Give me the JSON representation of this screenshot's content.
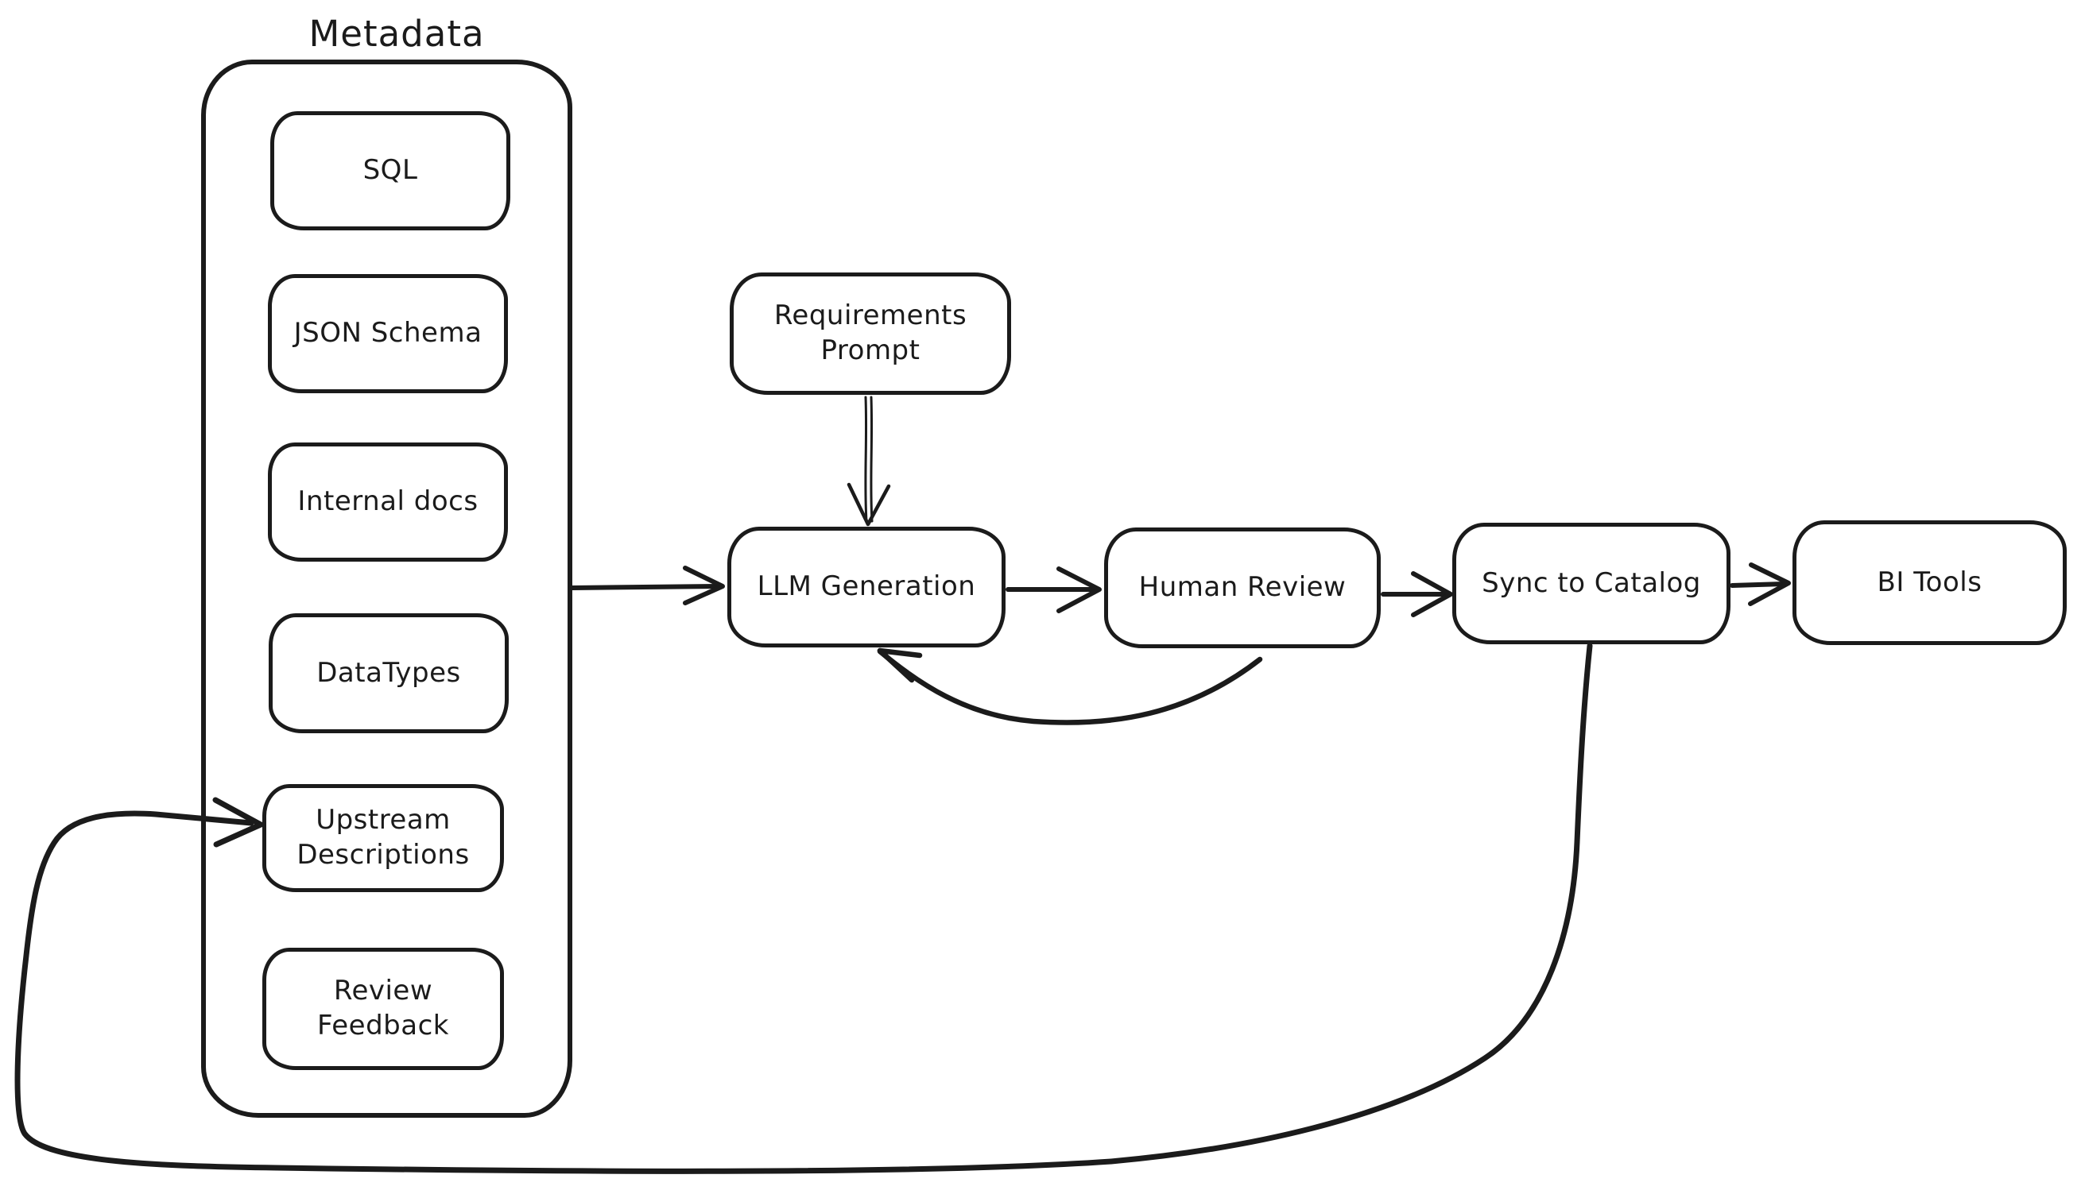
{
  "diagram": {
    "background_color": "#ffffff",
    "stroke_color": "#1b1b1b",
    "group": {
      "title": "Metadata"
    },
    "metadata_items": [
      "SQL",
      "JSON Schema",
      "Internal docs",
      "DataTypes",
      "Upstream Descriptions",
      "Review Feedback"
    ],
    "nodes": {
      "requirements_prompt": "Requirements Prompt",
      "llm_generation": "LLM Generation",
      "human_review": "Human Review",
      "sync_to_catalog": "Sync to Catalog",
      "bi_tools": "BI Tools"
    },
    "edges": [
      {
        "from": "Metadata",
        "to": "LLM Generation",
        "style": "straight-arrow"
      },
      {
        "from": "Requirements Prompt",
        "to": "LLM Generation",
        "style": "straight-arrow"
      },
      {
        "from": "LLM Generation",
        "to": "Human Review",
        "style": "straight-arrow"
      },
      {
        "from": "Human Review",
        "to": "LLM Generation",
        "style": "curved-feedback-arrow"
      },
      {
        "from": "Human Review",
        "to": "Sync to Catalog",
        "style": "straight-arrow"
      },
      {
        "from": "Sync to Catalog",
        "to": "BI Tools",
        "style": "straight-arrow"
      },
      {
        "from": "Sync to Catalog",
        "to": "Upstream Descriptions",
        "style": "long-feedback-arrow"
      }
    ]
  }
}
